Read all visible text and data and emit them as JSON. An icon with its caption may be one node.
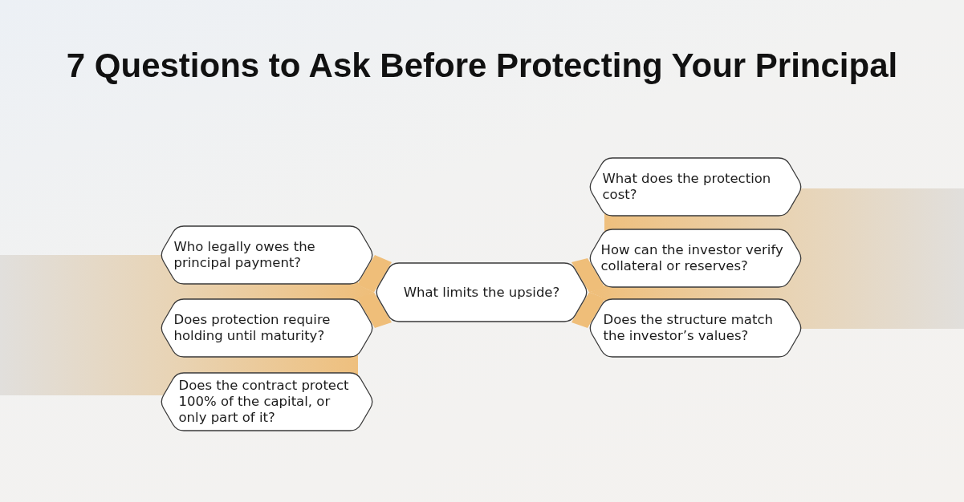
{
  "diagram": {
    "title": "7 Questions to Ask Before Protecting Your Principal",
    "nodes": [
      {
        "text": [
          "Who legally owes the principal payment?"
        ]
      },
      {
        "text": [
          "Does protection require holding until maturity?"
        ]
      },
      {
        "text": [
          "Does the contract protect 100% of the capital, or only part of it?"
        ]
      },
      {
        "text": [
          "What limits the upside?"
        ]
      },
      {
        "text": [
          "What does the protection cost?"
        ]
      },
      {
        "text": [
          "How can the investor verify collateral or reserves?"
        ]
      },
      {
        "text": [
          "Does the structure match the investor’s values?"
        ]
      }
    ],
    "edges": [
      {
        "from": 3,
        "to": 0,
        "arrow": "none"
      },
      {
        "from": 3,
        "to": 1,
        "arrow": "none"
      },
      {
        "from": 3,
        "to": 5,
        "arrow": "none"
      },
      {
        "from": 3,
        "to": 6,
        "arrow": "none"
      }
    ]
  }
}
